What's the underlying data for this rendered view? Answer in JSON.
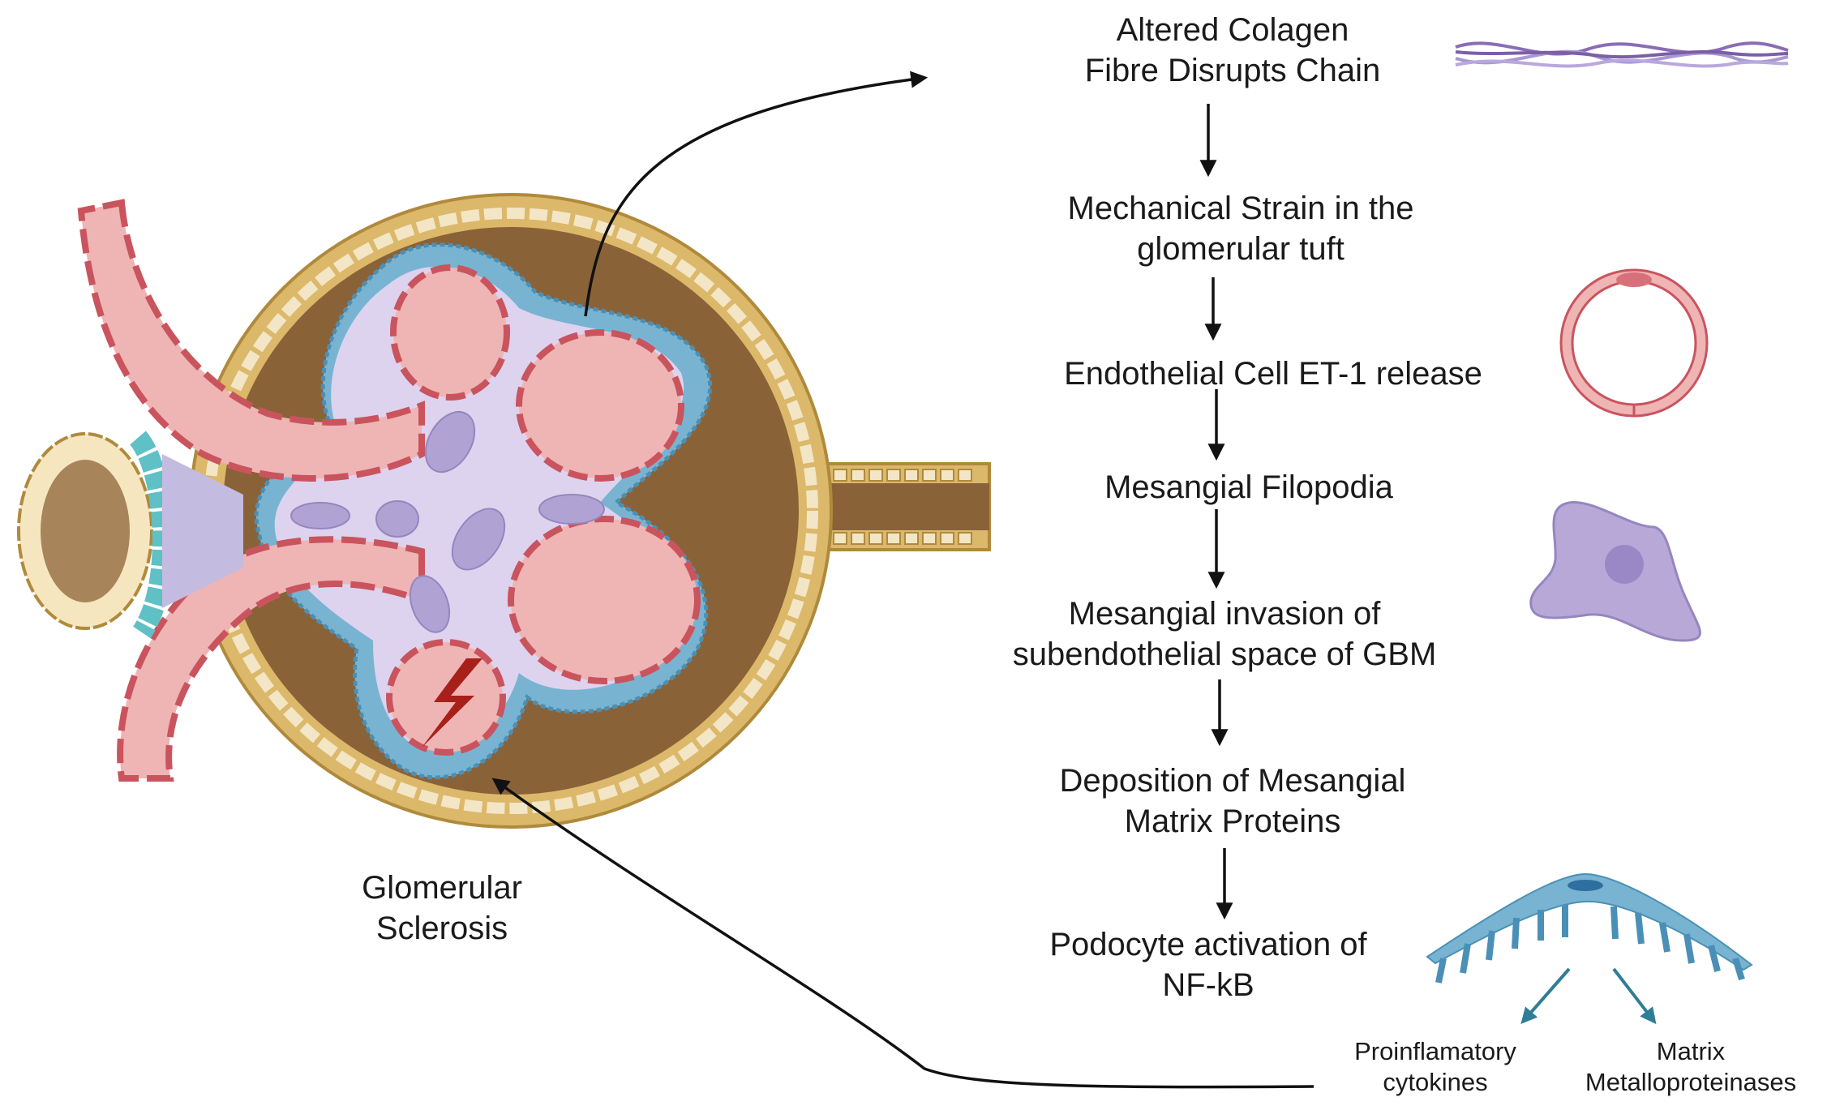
{
  "diagram": {
    "steps": [
      {
        "line1": "Altered Colagen",
        "line2": "Fibre Disrupts Chain"
      },
      {
        "line1": "Mechanical Strain in the",
        "line2": "glomerular tuft"
      },
      {
        "line1": "Endothelial Cell ET-1 release",
        "line2": ""
      },
      {
        "line1": "Mesangial Filopodia",
        "line2": ""
      },
      {
        "line1": "Mesangial invasion of",
        "line2": "subendothelial space of GBM"
      },
      {
        "line1": "Deposition of Mesangial",
        "line2": "Matrix Proteins"
      },
      {
        "line1": "Podocyte activation of",
        "line2": "NF-kB"
      }
    ],
    "glomerulus_label": {
      "line1": "Glomerular",
      "line2": "Sclerosis"
    },
    "podocyte_outputs": [
      {
        "line1": "Proinflamatory",
        "line2": "cytokines"
      },
      {
        "line1": "Matrix",
        "line2": "Metalloproteinases"
      }
    ]
  },
  "colors": {
    "capsule": "#dcb86a",
    "capsule_edge": "#b08a3c",
    "bowman_space": "#8a6238",
    "mesangium": "#ddd3ee",
    "mesangial_cell": "#b0a2d2",
    "capillary": "#efb4b4",
    "endothelium": "#c9545e",
    "podocyte": "#78b4d2",
    "podocyte_edge": "#4a90b6",
    "collagen_a": "#8a6cb6",
    "collagen_b": "#a898d2",
    "arrow": "#111111",
    "output_arrow": "#2f7d96",
    "lightning": "#a8201a"
  }
}
